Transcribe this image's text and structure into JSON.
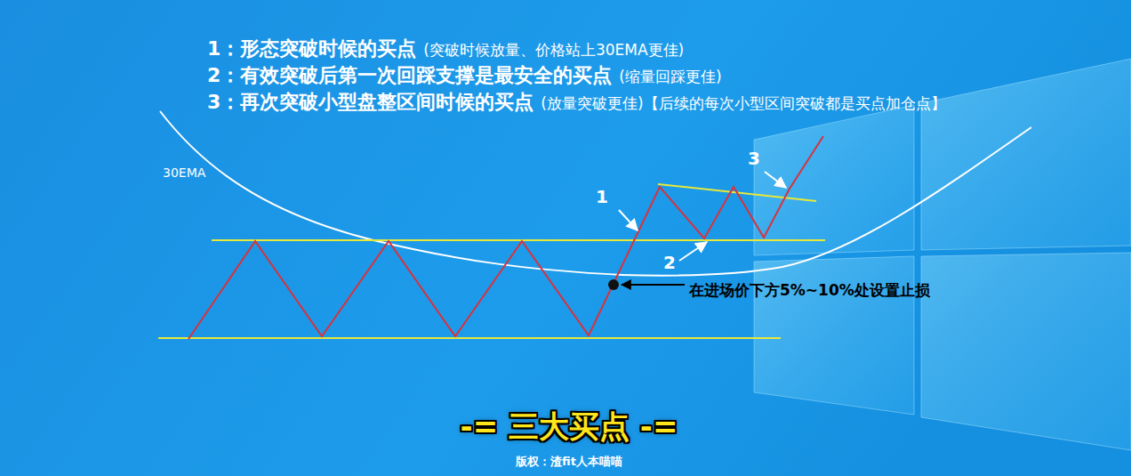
{
  "diagram": {
    "caption": "-= 三大买点 -=",
    "labels": [
      "1：形态突破时候的买点",
      "(突破时候放量、价格站上30EMA更佳)",
      "2：有效突破后第一次回踩支撑是最安全的买点",
      "(缩量回踩更佳)",
      "3：再次突破小型盘整区间时候的买点",
      "(放量突破更佳)【后续的每次小型区间突破都是买点加仓点】",
      "30EMA",
      "1",
      "2",
      "3",
      "在进场价下方5%~10%处设置止损",
      "版权：渣fit人本喵喵"
    ]
  }
}
